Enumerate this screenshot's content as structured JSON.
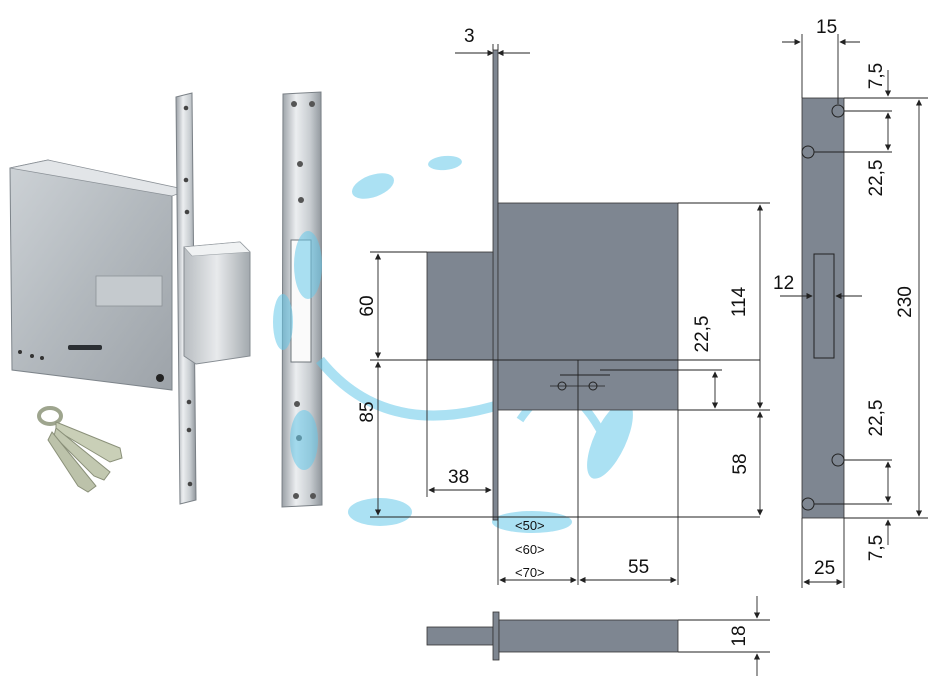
{
  "dimensions": {
    "faceplate_thickness": "3",
    "bolt_height": "60",
    "bolt_to_bottom": "85",
    "bolt_throw": "38",
    "keyhole_offset": "22,5",
    "case_height": "114",
    "keyhole_to_bottom": "58",
    "backset_options": [
      "<50>",
      "<60>",
      "<70>"
    ],
    "case_depth_part": "55",
    "bolt_section": "18",
    "strike_width_top": "15",
    "strike_top_margin": "7,5",
    "strike_hole_spacing_top": "22,5",
    "strike_slot_width": "12",
    "strike_length": "230",
    "strike_hole_spacing_bottom": "22,5",
    "strike_bottom_margin": "7,5",
    "strike_width_bottom": "25"
  },
  "colors": {
    "case_fill": "#7e8691",
    "metal_light": "#dfe2e4",
    "metal_mid": "#b9bec3",
    "watermark": "#66c8ea"
  }
}
